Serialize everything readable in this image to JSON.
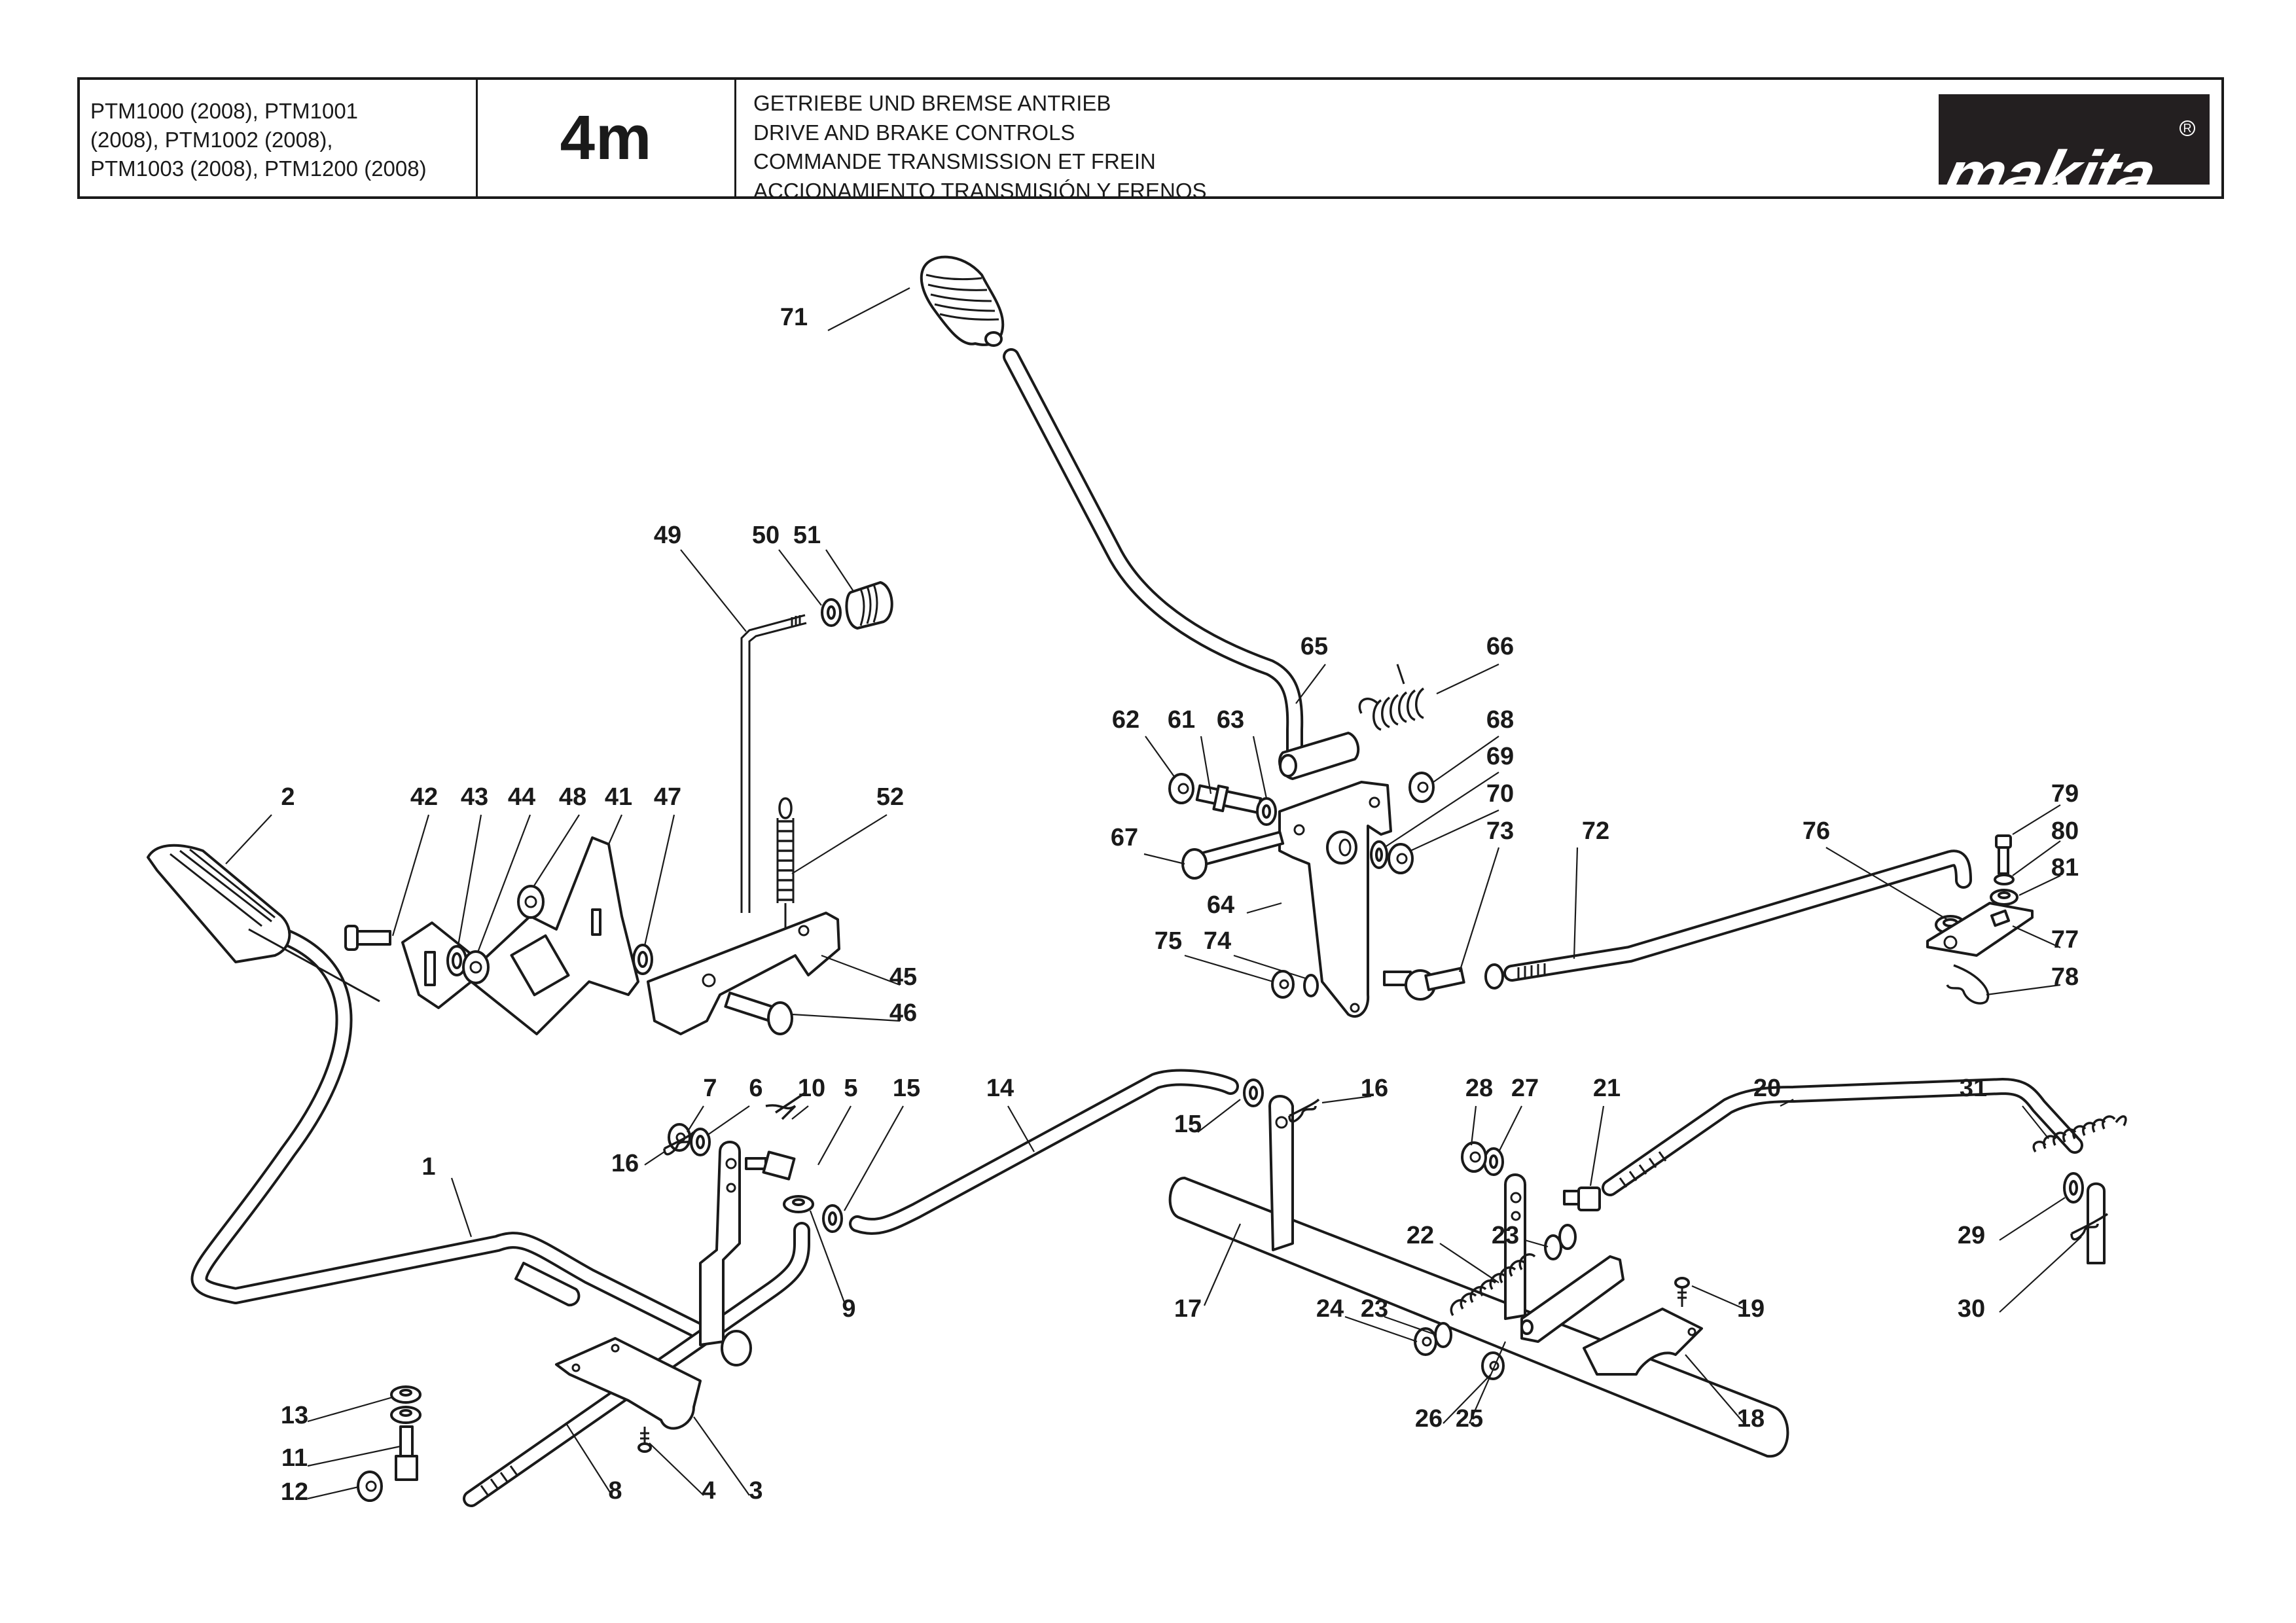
{
  "header": {
    "models": [
      "PTM1000 (2008), PTM1001",
      "(2008), PTM1002 (2008),",
      "PTM1003 (2008), PTM1200 (2008)"
    ],
    "section_code": "4m",
    "titles": [
      "GETRIEBE UND BREMSE ANTRIEB",
      "DRIVE AND BRAKE CONTROLS",
      "COMMANDE TRANSMISSION ET FREIN",
      "ACCIONAMIENTO TRANSMISIÓN Y FRENOS"
    ],
    "brand": "makita",
    "brand_mark": "R"
  },
  "diagram": {
    "title": "Drive and brake controls exploded view",
    "callouts": [
      {
        "n": "1"
      },
      {
        "n": "2"
      },
      {
        "n": "3"
      },
      {
        "n": "4"
      },
      {
        "n": "5"
      },
      {
        "n": "6"
      },
      {
        "n": "7"
      },
      {
        "n": "8"
      },
      {
        "n": "9"
      },
      {
        "n": "10"
      },
      {
        "n": "11"
      },
      {
        "n": "12"
      },
      {
        "n": "13"
      },
      {
        "n": "14"
      },
      {
        "n": "15"
      },
      {
        "n": "15"
      },
      {
        "n": "16"
      },
      {
        "n": "16"
      },
      {
        "n": "17"
      },
      {
        "n": "18"
      },
      {
        "n": "19"
      },
      {
        "n": "20"
      },
      {
        "n": "21"
      },
      {
        "n": "22"
      },
      {
        "n": "23"
      },
      {
        "n": "23"
      },
      {
        "n": "24"
      },
      {
        "n": "25"
      },
      {
        "n": "26"
      },
      {
        "n": "27"
      },
      {
        "n": "28"
      },
      {
        "n": "29"
      },
      {
        "n": "30"
      },
      {
        "n": "31"
      },
      {
        "n": "41"
      },
      {
        "n": "42"
      },
      {
        "n": "43"
      },
      {
        "n": "44"
      },
      {
        "n": "45"
      },
      {
        "n": "46"
      },
      {
        "n": "47"
      },
      {
        "n": "48"
      },
      {
        "n": "49"
      },
      {
        "n": "50"
      },
      {
        "n": "51"
      },
      {
        "n": "52"
      },
      {
        "n": "61"
      },
      {
        "n": "62"
      },
      {
        "n": "63"
      },
      {
        "n": "64"
      },
      {
        "n": "65"
      },
      {
        "n": "66"
      },
      {
        "n": "67"
      },
      {
        "n": "68"
      },
      {
        "n": "69"
      },
      {
        "n": "70"
      },
      {
        "n": "71"
      },
      {
        "n": "72"
      },
      {
        "n": "73"
      },
      {
        "n": "74"
      },
      {
        "n": "75"
      },
      {
        "n": "76"
      },
      {
        "n": "77"
      },
      {
        "n": "78"
      },
      {
        "n": "79"
      },
      {
        "n": "80"
      },
      {
        "n": "81"
      }
    ]
  }
}
